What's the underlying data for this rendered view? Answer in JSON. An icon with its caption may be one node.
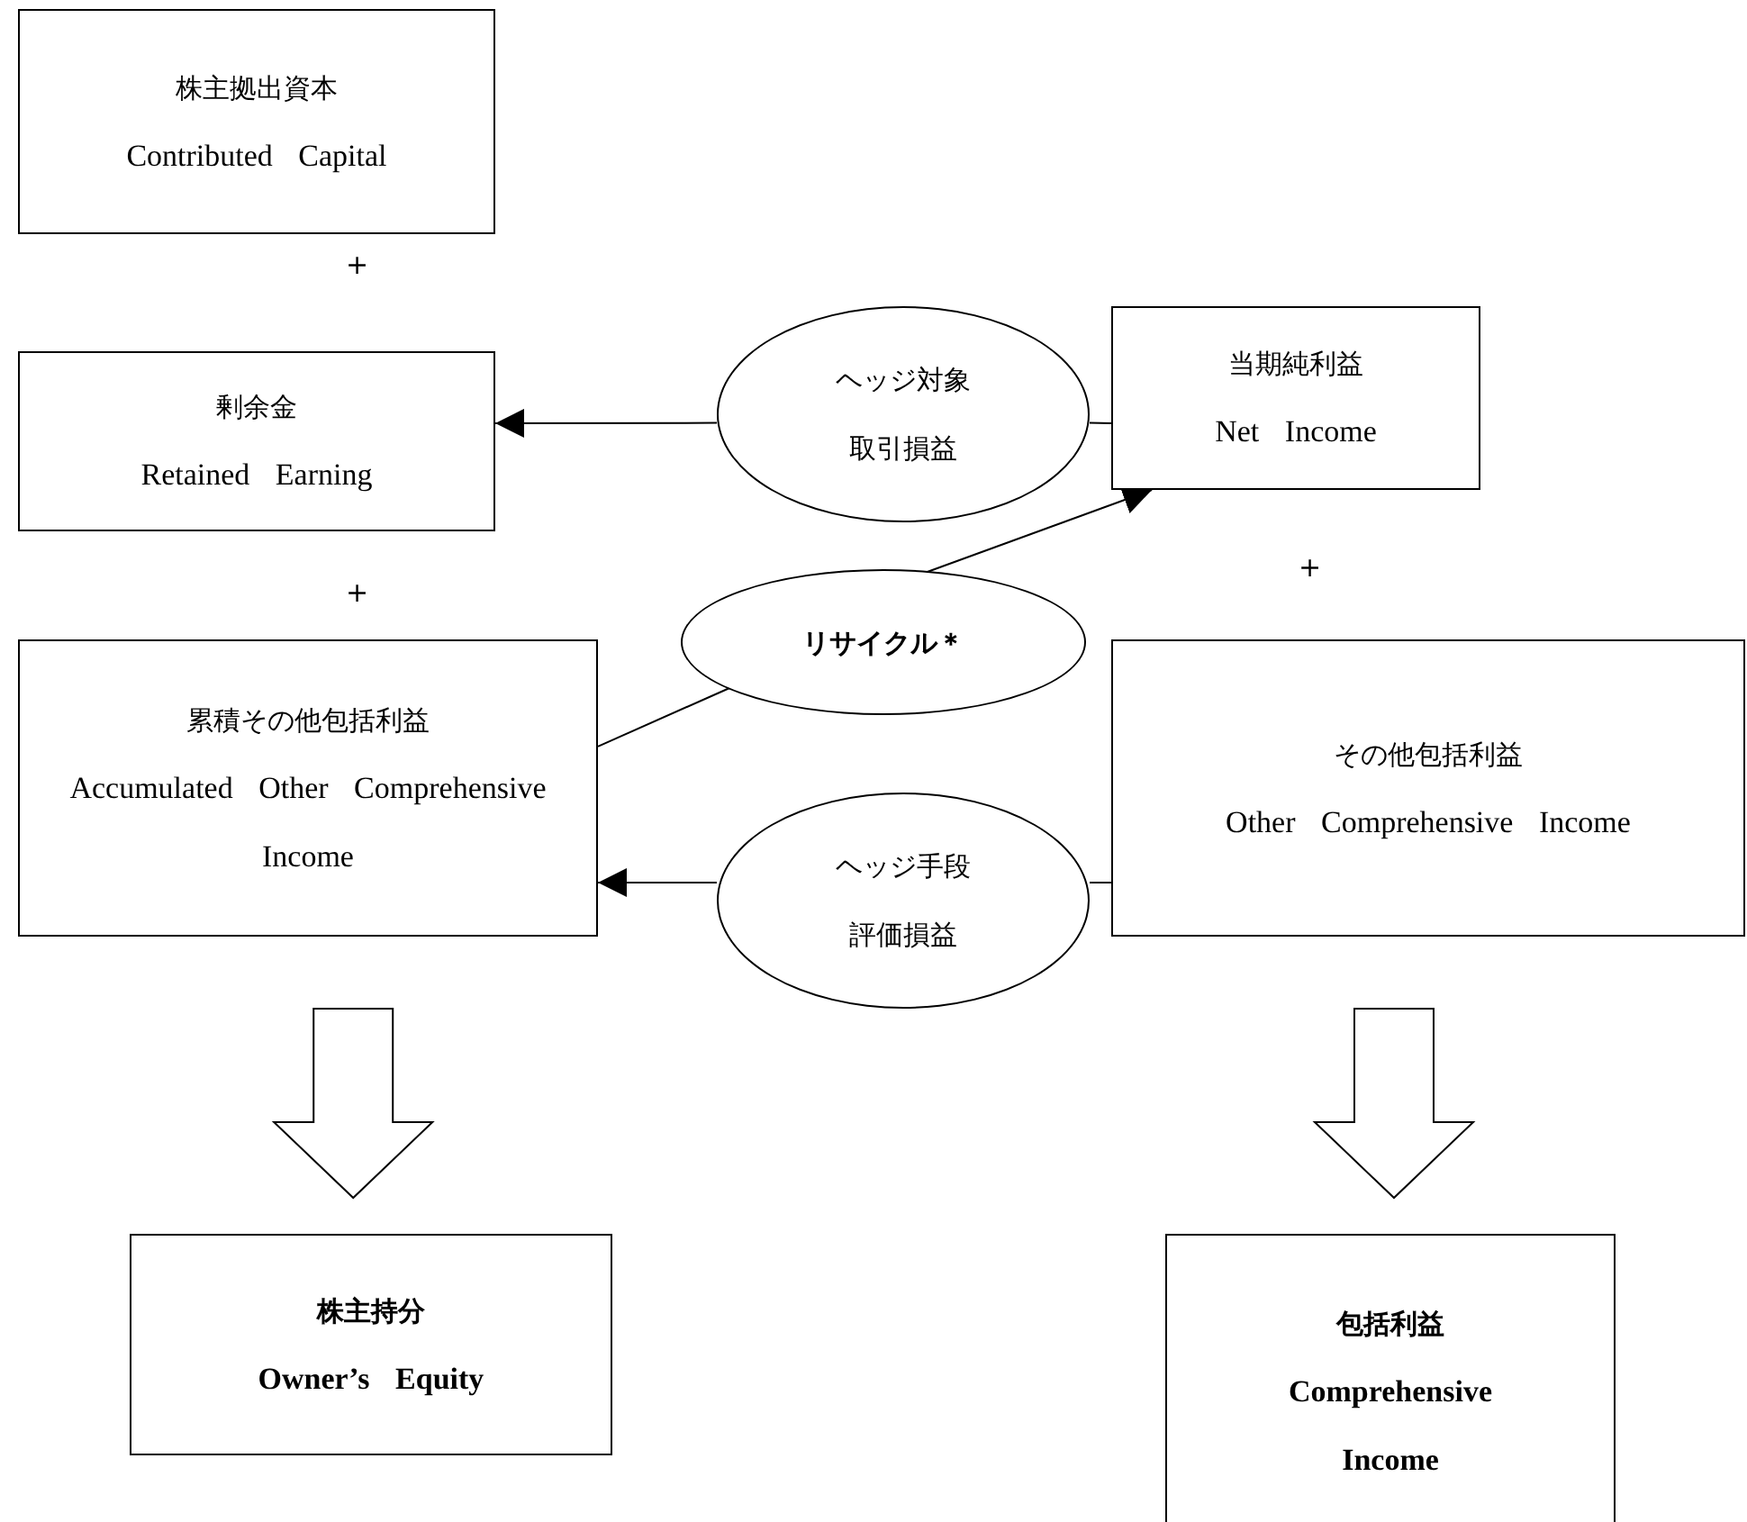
{
  "diagram": {
    "nodes": [
      {
        "text": [
          "株主拠出資本",
          "Contributed Capital"
        ]
      },
      {
        "text": [
          "剰余金",
          "Retained Earning"
        ]
      },
      {
        "text": [
          "累積その他包括利益",
          "Accumulated Other Comprehensive Income"
        ]
      },
      {
        "text": [
          "ヘッジ対象取引損益"
        ]
      },
      {
        "text": [
          "当期純利益",
          "Net Income"
        ]
      },
      {
        "text": [
          "リサイクル＊"
        ]
      },
      {
        "text": [
          "その他包括利益",
          "Other Comprehensive Income"
        ]
      },
      {
        "text": [
          "ヘッジ手段評価損益"
        ]
      },
      {
        "text": [
          "株主持分",
          "Owner’s Equity"
        ]
      },
      {
        "text": [
          "包括利益",
          "Comprehensive Income"
        ]
      }
    ],
    "edges": [
      {
        "from": 4,
        "to": 3,
        "arrow": "none"
      },
      {
        "from": 3,
        "to": 1,
        "arrow": "to"
      },
      {
        "from": 2,
        "to": 5,
        "arrow": "none"
      },
      {
        "from": 5,
        "to": 4,
        "arrow": "to"
      },
      {
        "from": 6,
        "to": 7,
        "arrow": "none"
      },
      {
        "from": 7,
        "to": 2,
        "arrow": "to"
      },
      {
        "from": 2,
        "to": 8,
        "arrow": "to",
        "style": "thick"
      },
      {
        "from": 6,
        "to": 9,
        "arrow": "to",
        "style": "thick"
      }
    ],
    "labels": [
      "+",
      "+",
      "+"
    ]
  }
}
